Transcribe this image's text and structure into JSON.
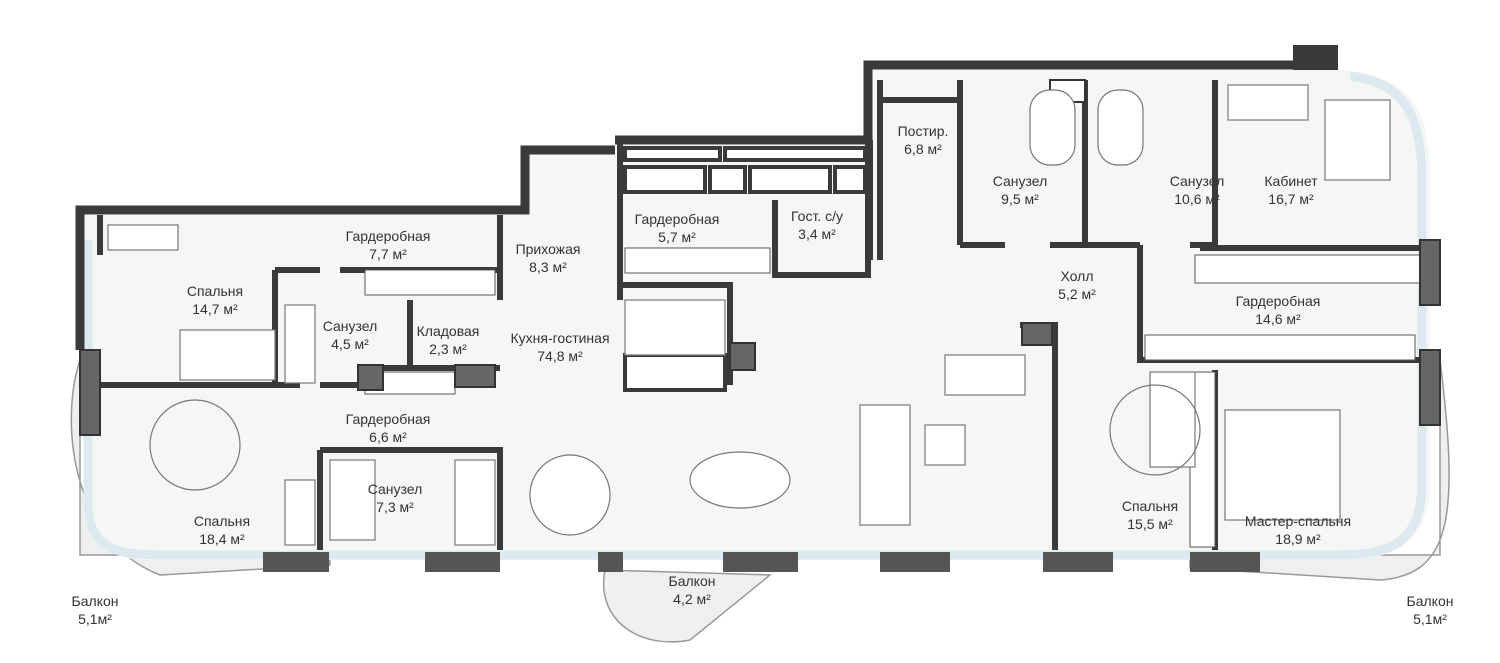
{
  "rooms": [
    {
      "name": "Спальня",
      "area": "14,7 м²"
    },
    {
      "name": "Гардеробная",
      "area": "7,7 м²"
    },
    {
      "name": "Прихожая",
      "area": "8,3 м²"
    },
    {
      "name": "Гардеробная",
      "area": "5,7 м²"
    },
    {
      "name": "Гост. с/у",
      "area": "3,4 м²"
    },
    {
      "name": "Постир.",
      "area": "6,8 м²"
    },
    {
      "name": "Санузел",
      "area": "9,5 м²"
    },
    {
      "name": "Санузел",
      "area": "10,6 м²"
    },
    {
      "name": "Кабинет",
      "area": "16,7 м²"
    },
    {
      "name": "Холл",
      "area": "5,2 м²"
    },
    {
      "name": "Гардеробная",
      "area": "14,6 м²"
    },
    {
      "name": "Санузел",
      "area": "4,5 м²"
    },
    {
      "name": "Кладовая",
      "area": "2,3 м²"
    },
    {
      "name": "Кухня-гостиная",
      "area": "74,8 м²"
    },
    {
      "name": "Гардеробная",
      "area": "6,6 м²"
    },
    {
      "name": "Санузел",
      "area": "7,3 м²"
    },
    {
      "name": "Спальня",
      "area": "18,4 м²"
    },
    {
      "name": "Спальня",
      "area": "15,5 м²"
    },
    {
      "name": "Мастер-спальня",
      "area": "18,9 м²"
    },
    {
      "name": "Балкон",
      "area": "4,2 м²"
    },
    {
      "name": "Балкон",
      "area": "5,1м²"
    },
    {
      "name": "Балкон",
      "area": "5,1м²"
    }
  ],
  "colors": {
    "wall": "#3a3a3a",
    "column": "#666666",
    "floor": "#f6f6f6",
    "balcony": "#efefef",
    "glass": "#dce9ee"
  }
}
